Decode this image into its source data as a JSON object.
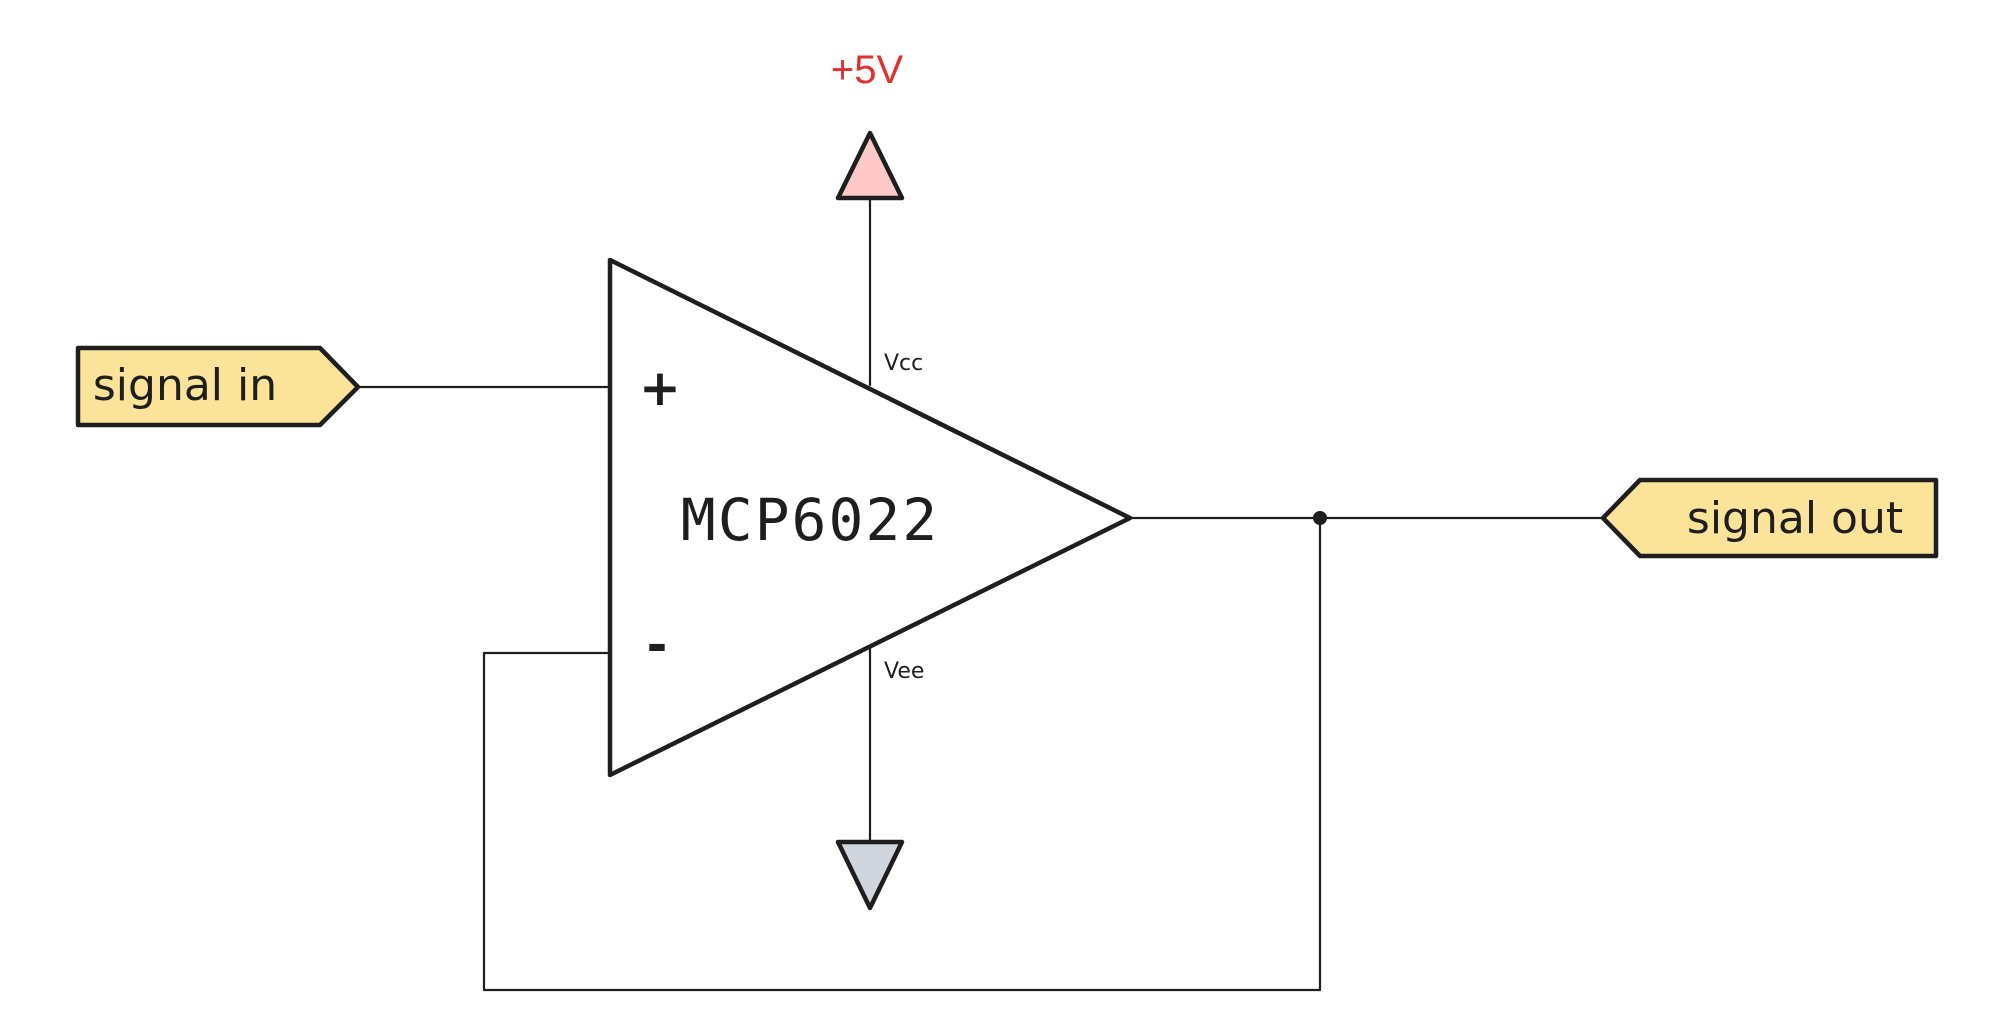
{
  "supply": {
    "positive_label": "+5V",
    "positive_color": "#e03131",
    "positive_fill": "#ffc9c9",
    "ground_fill": "#d1d6de"
  },
  "opamp": {
    "part_number": "MCP6022",
    "noninverting_sign": "+",
    "inverting_sign": "-",
    "vcc_label": "Vcc",
    "vee_label": "Vee"
  },
  "ports": {
    "input_label": "signal in",
    "output_label": "signal out",
    "fill": "#fbe49a"
  }
}
